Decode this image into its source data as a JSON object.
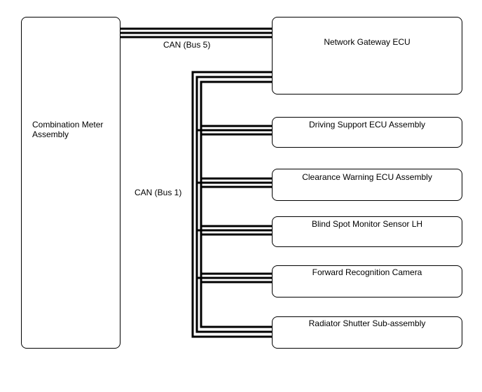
{
  "meter": {
    "label_line1": "Combination Meter",
    "label_line2": "Assembly"
  },
  "buses": {
    "bus5_label": "CAN (Bus 5)",
    "bus1_label": "CAN (Bus 1)"
  },
  "ecus": [
    {
      "name": "Network Gateway ECU"
    },
    {
      "name": "Driving Support ECU Assembly"
    },
    {
      "name": "Clearance Warning ECU Assembly"
    },
    {
      "name": "Blind Spot Monitor Sensor LH"
    },
    {
      "name": "Forward Recognition Camera"
    },
    {
      "name": "Radiator Shutter Sub-assembly"
    }
  ]
}
